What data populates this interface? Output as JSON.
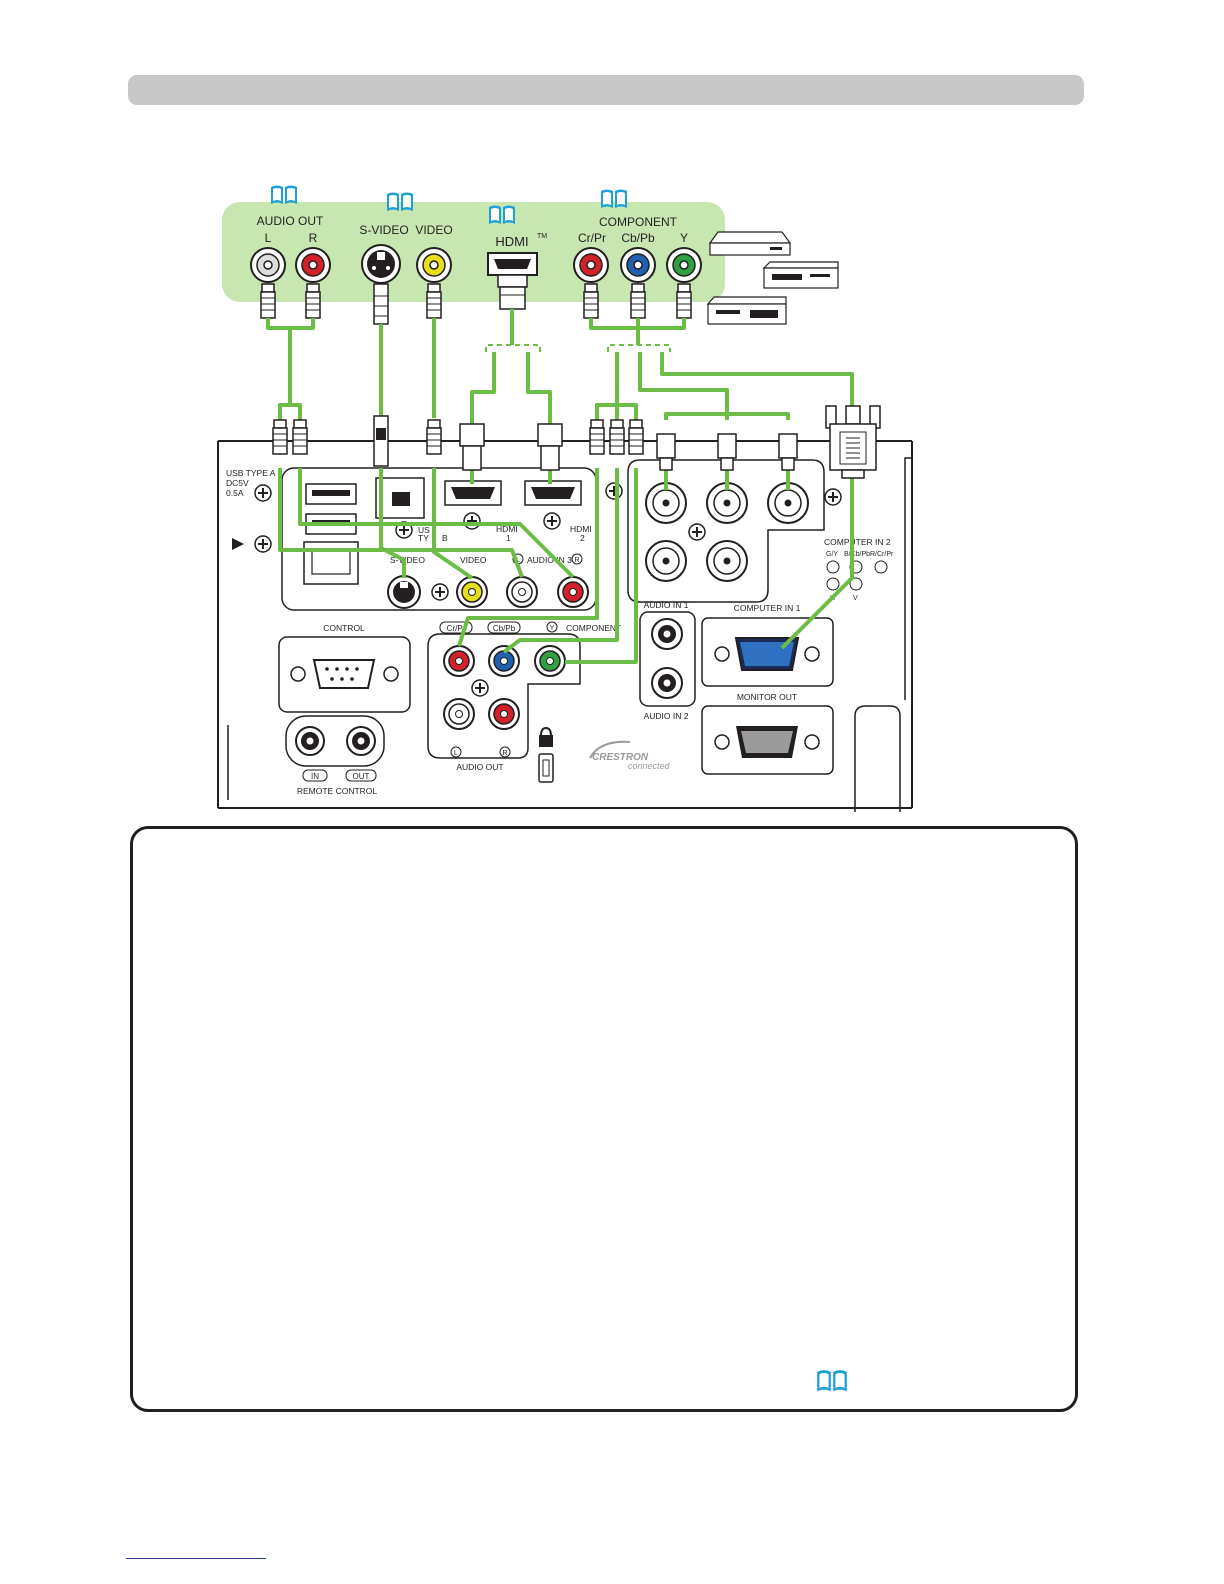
{
  "colors": {
    "cable": "#6cbd45",
    "panel_bg": "#c8e6b0",
    "book": "#1ea0dc",
    "port_red": "#d4202a",
    "port_yellow": "#e8e01a",
    "port_blue": "#2060b0",
    "port_green": "#30a040",
    "header_bar": "#c8c8c8"
  },
  "source_panel": {
    "audio_out": {
      "title": "AUDIO OUT",
      "left": "L",
      "right": "R"
    },
    "svideo": "S-VIDEO",
    "video": "VIDEO",
    "hdmi": "HDMI",
    "hdmi_tm": "TM",
    "component": {
      "title": "COMPONENT",
      "cr": "Cr/Pr",
      "cb": "Cb/Pb",
      "y": "Y"
    }
  },
  "projector_panel": {
    "usb_type_a": "USB TYPE A",
    "dc5v": "DC5V",
    "amp": "0.5A",
    "usb_type_b_1": "US",
    "usb_type_b_2": "TY",
    "usb_type_b_3": "B",
    "hdmi1": "HDMI",
    "hdmi1_num": "1",
    "hdmi2": "HDMI",
    "hdmi2_num": "2",
    "svideo": "S-VIDEO",
    "video": "VIDEO",
    "audio_in3_l": "L",
    "audio_in3": "AUDIO IN 3",
    "audio_in3_r": "R",
    "control": "CONTROL",
    "cr_pr": "Cr/Pr",
    "cb_pb": "Cb/Pb",
    "y": "Y",
    "component": "COMPONENT",
    "audio_out_l": "L",
    "audio_out_r": "R",
    "audio_out": "AUDIO OUT",
    "audio_in1": "AUDIO IN 1",
    "audio_in2": "AUDIO IN 2",
    "computer_in1": "COMPUTER IN 1",
    "monitor_out": "MONITOR OUT",
    "computer_in2": "COMPUTER IN 2",
    "gy": "G/Y",
    "bcbpb": "B/Cb/Pb",
    "rcrpr": "R/Cr/Pr",
    "h": "H",
    "v": "V",
    "remote_in": "IN",
    "remote_out": "OUT",
    "remote_control": "REMOTE CONTROL",
    "crestron": "CRESTRON",
    "connected": "connected"
  }
}
